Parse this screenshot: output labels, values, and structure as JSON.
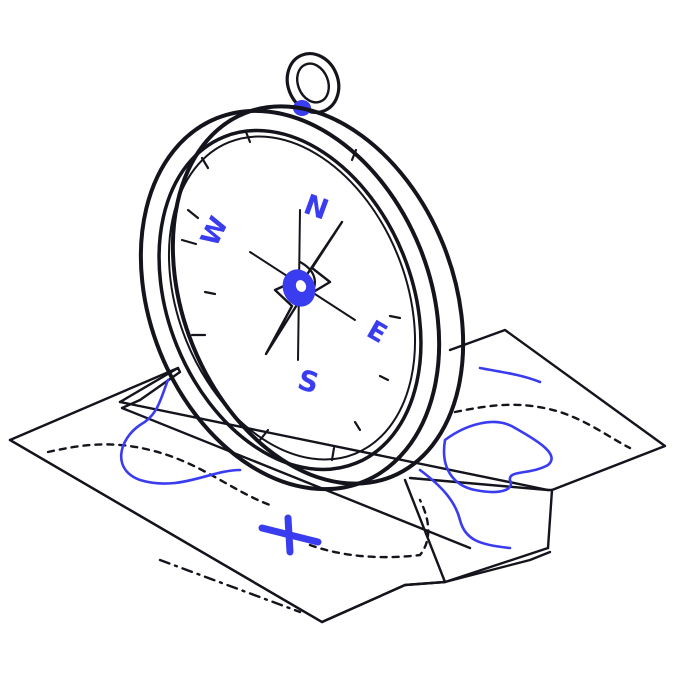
{
  "illustration": {
    "compass_letters": {
      "north": "N",
      "east": "E",
      "south": "S",
      "west": "W"
    },
    "icons": [
      "compass-icon",
      "treasure-map-icon",
      "x-mark-icon",
      "compass-ring-icon"
    ],
    "colors": {
      "ink": "#14141c",
      "accent": "#3a3cf0",
      "background": "#ffffff"
    }
  }
}
